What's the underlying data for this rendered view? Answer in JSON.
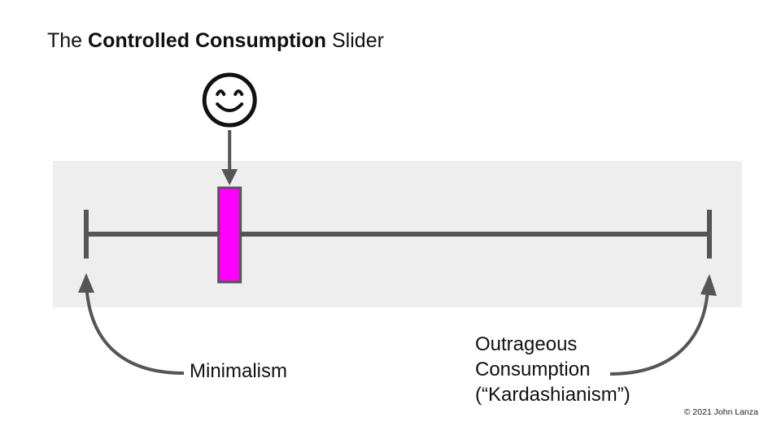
{
  "title": {
    "prefix": "The ",
    "bold": "Controlled Consumption",
    "suffix": " Slider"
  },
  "slider": {
    "position": 0.23,
    "marker_icon": "smiling-face-icon",
    "marker_glyph": "😊",
    "thumb_color": "#ff00ff",
    "track_color": "#555555"
  },
  "labels": {
    "left": "Minimalism",
    "right_line1": "Outrageous",
    "right_line2": "Consumption",
    "right_line3": "(“Kardashianism”)"
  },
  "copyright": "© 2021 John Lanza"
}
